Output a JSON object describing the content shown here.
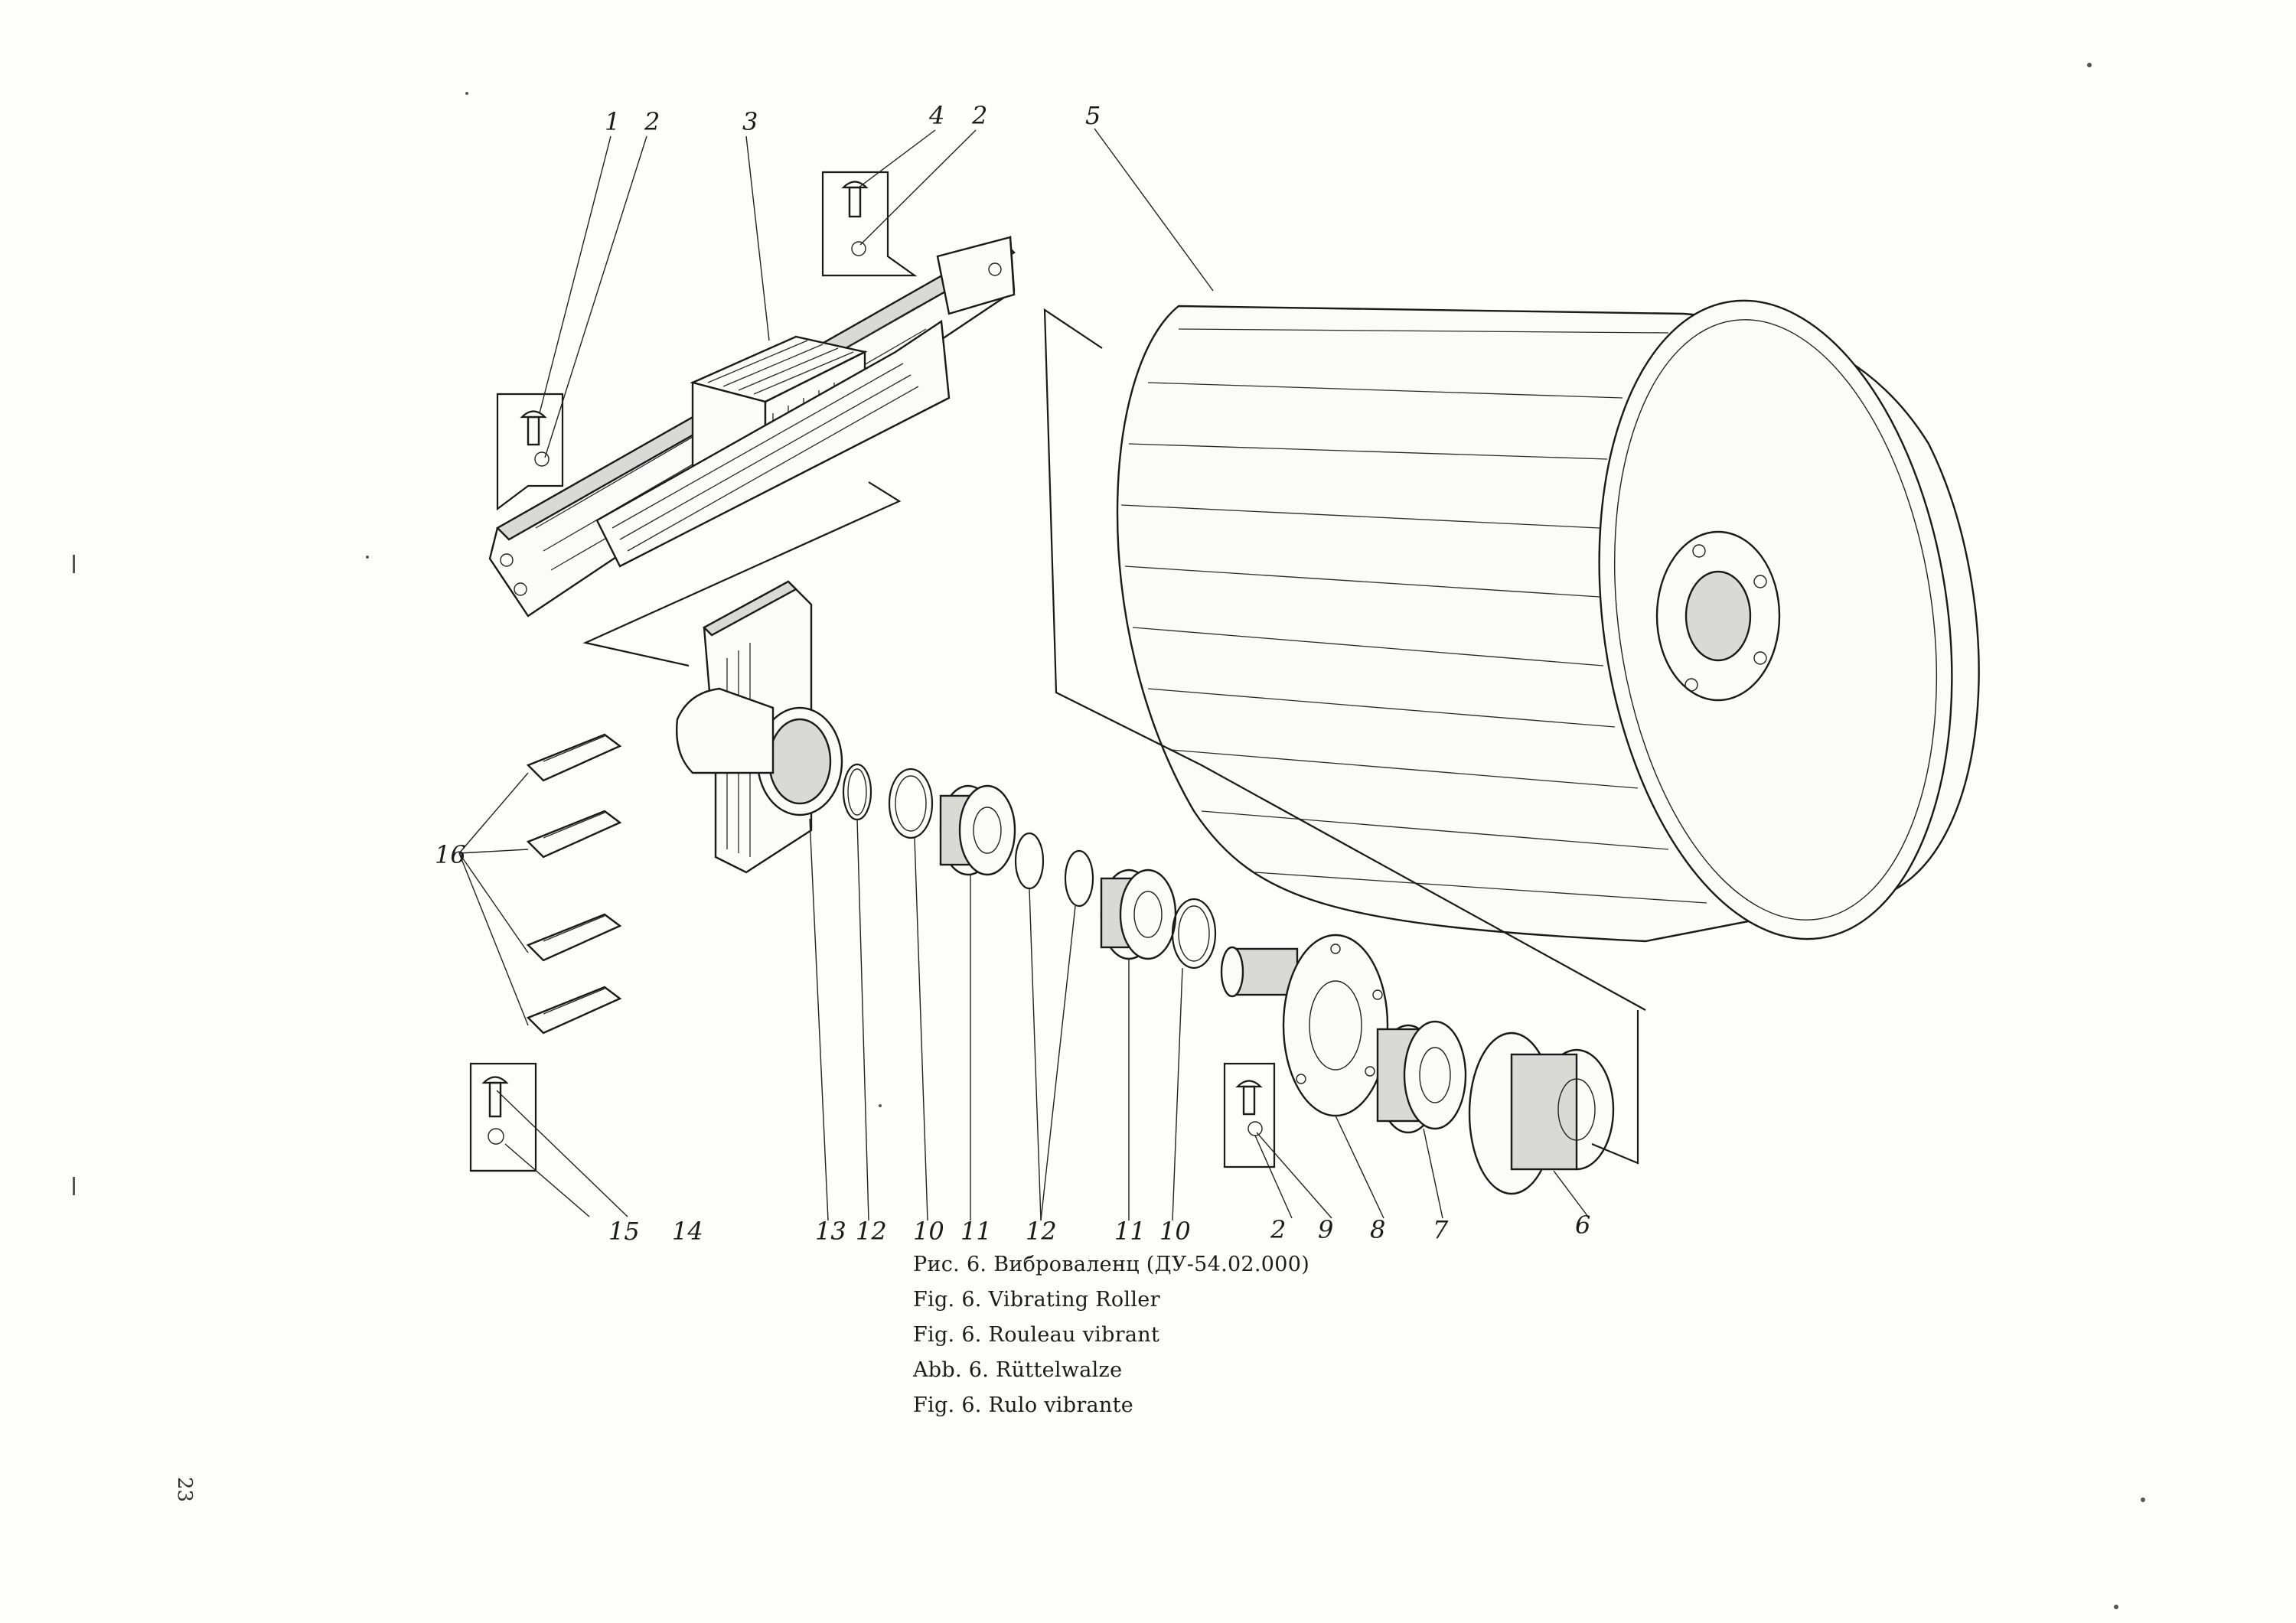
{
  "figure": {
    "captions": [
      "Рис. 6. Виброваленц (ДУ-54.02.000)",
      "Fig. 6. Vibrating Roller",
      "Fig. 6. Rouleau vibrant",
      "Abb. 6. Rüttelwalze",
      "Fig. 6. Rulo vibrante"
    ]
  },
  "page_number": "23",
  "callouts": {
    "top": [
      "1",
      "2",
      "3",
      "4",
      "2",
      "5"
    ],
    "side": [
      "16"
    ],
    "bottom": [
      "15",
      "14",
      "13",
      "12",
      "10",
      "11",
      "12",
      "11",
      "10",
      "2",
      "9",
      "8",
      "7",
      "6"
    ]
  }
}
